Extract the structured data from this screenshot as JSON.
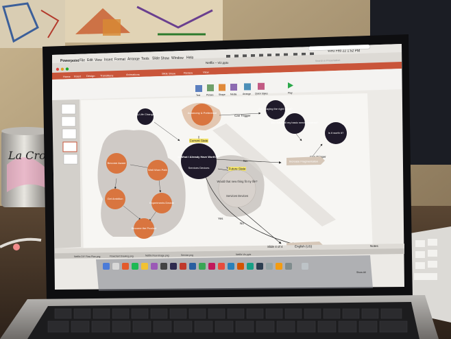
{
  "menubar": {
    "app": "Powerpoint",
    "items": [
      "File",
      "Edit",
      "View",
      "Insert",
      "Format",
      "Arrange",
      "Tools",
      "Slide Show",
      "Window",
      "Help"
    ],
    "clock": "Wed Feb 22  1:52 PM"
  },
  "window": {
    "title": "Netflix – Viz.pptx",
    "search_placeholder": "Search in Presentation"
  },
  "ribbon": {
    "tabs": [
      "Home",
      "Insert",
      "Design",
      "Transitions",
      "Animations",
      "Slide Show",
      "Review",
      "View"
    ],
    "buttons": [
      "Text",
      "Picture",
      "Shape",
      "Media",
      "Arrange",
      "Quick Styles",
      "Play"
    ]
  },
  "diagram": {
    "center_node": "Is What I Already Have Worth It?",
    "center_sub": "Services Devices",
    "center_tag": "Current State",
    "future_node": "Would that new thing fit my life?",
    "future_sub": "Services Devices",
    "future_tag": "Future State",
    "n_my_life": "My Life Changes",
    "n_autonomy": "Autonomy & Preference",
    "n_right_value": "Are I paying the right value?",
    "n_basic_needs": "Do I have all my basic needs covered?",
    "n_worth_it": "Is it worth it?",
    "o1": "Become Aware",
    "o2": "Well Worn Path",
    "o3": "Get Ambition",
    "o4": "Experiments Decide",
    "o5": "Become the Product",
    "box_increase": "Increase Fragmentation",
    "box_bottom": "Cancel / Switch",
    "lbl_yes": "Yes",
    "lbl_no": "No",
    "lbl_trigger": "Can Trigger"
  },
  "statusbar": {
    "slide": "Slide 4 of 4",
    "lang": "English (US)",
    "notes": "Notes"
  },
  "dock": {
    "tabs": [
      "Netflix DIY Flow Plan.png",
      "Flowchart Drawing.png",
      "Netflix Flow Image.png",
      "Service.png",
      "Netflix Viz.pptx"
    ],
    "status_right": "Show All"
  },
  "can": {
    "brand": "La Croix"
  }
}
